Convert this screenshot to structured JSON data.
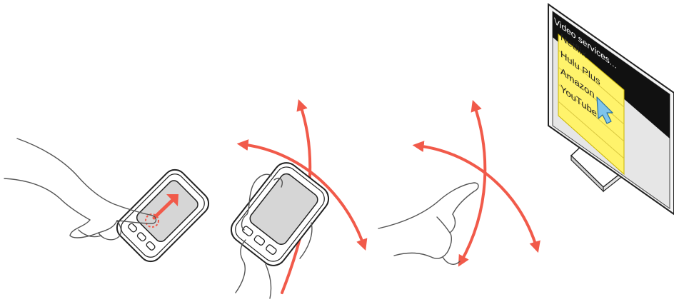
{
  "colors": {
    "accent_arrow": "#f15a4a",
    "device_screen": "#d6d6d6",
    "menu_highlight": "#fff36b",
    "tv_bezel": "#111111",
    "cursor": "#7ec4ec",
    "outline": "#222222"
  },
  "panels": [
    {
      "id": "touch-swipe",
      "icons": [
        "hand-icon",
        "phone-icon",
        "swipe-arrow-icon",
        "tap-point-icon"
      ]
    },
    {
      "id": "device-tilt",
      "icons": [
        "hand-icon",
        "phone-icon",
        "tilt-arrows-icon"
      ]
    },
    {
      "id": "air-pointing",
      "icons": [
        "pointing-hand-icon",
        "pointing-arrows-icon"
      ]
    },
    {
      "id": "tv-display",
      "icons": [
        "tv-monitor-icon",
        "cursor-icon"
      ]
    }
  ],
  "tv_menu": {
    "title": "Video services...",
    "items": [
      "Netflix",
      "Hulu Plus",
      "Amazon",
      "YouTube"
    ]
  }
}
